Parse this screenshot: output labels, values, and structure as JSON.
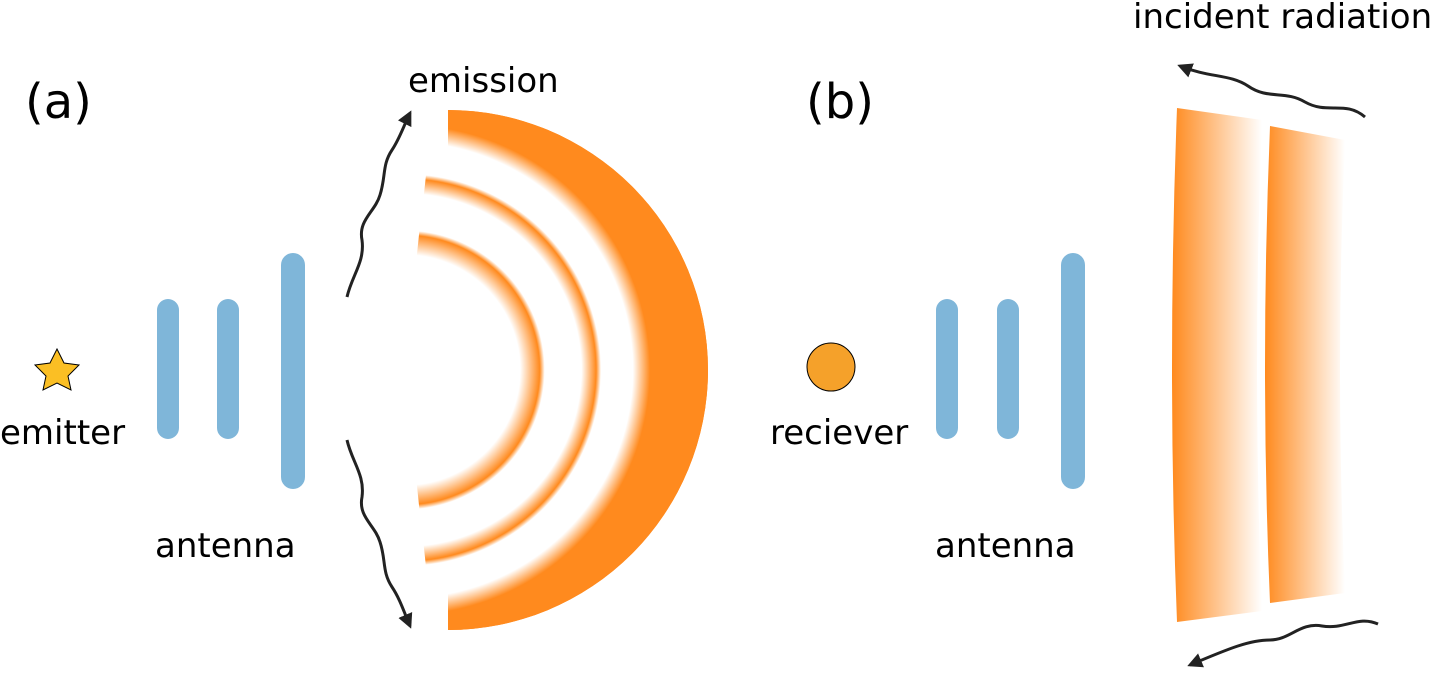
{
  "panel_a": {
    "panel_label": "(a)",
    "emitter_label": "emitter",
    "antenna_label": "antenna",
    "emission_label": "emission"
  },
  "panel_b": {
    "panel_label": "(b)",
    "receiver_label": "reciever",
    "antenna_label": "antenna",
    "radiation_label": "incident radiation"
  },
  "colors": {
    "antenna": "#7fb6d9",
    "wave": "#ff8a1e",
    "emitter": "#fbbf24",
    "receiver": "#f5a12a",
    "arrow": "#222222"
  },
  "icons": {
    "emitter": "star-icon",
    "receiver": "circle-icon"
  }
}
